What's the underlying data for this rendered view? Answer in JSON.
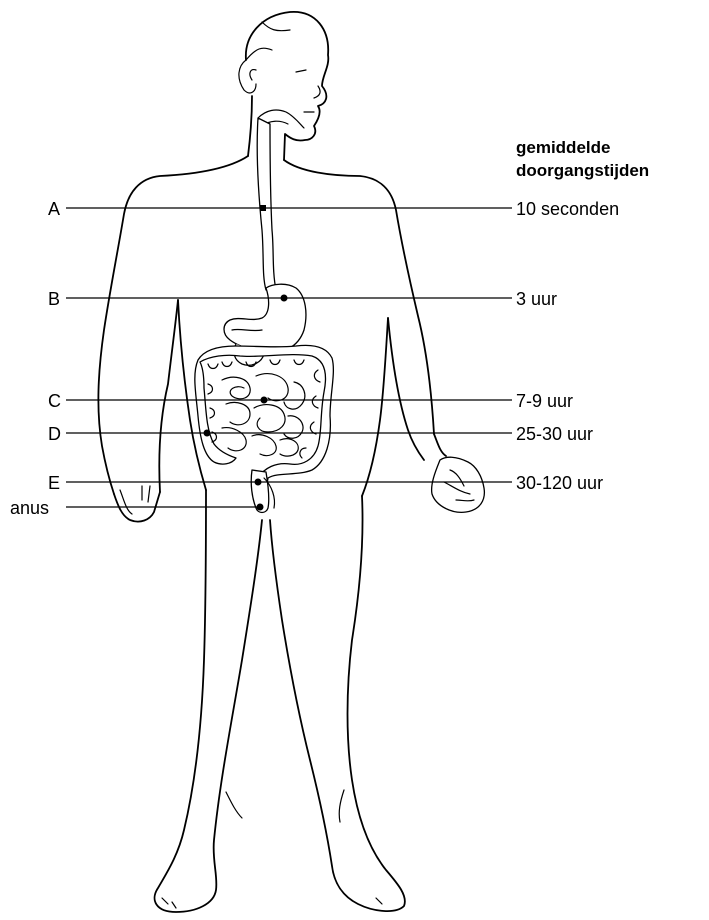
{
  "header": {
    "line1": "gemiddelde",
    "line2": "doorgangstijden"
  },
  "labels": [
    {
      "id": "A",
      "time": "10 seconden"
    },
    {
      "id": "B",
      "time": "3 uur"
    },
    {
      "id": "C",
      "time": "7-9 uur"
    },
    {
      "id": "D",
      "time": "25-30 uur"
    },
    {
      "id": "E",
      "time": "30-120 uur"
    },
    {
      "id": "anus",
      "time": ""
    }
  ]
}
